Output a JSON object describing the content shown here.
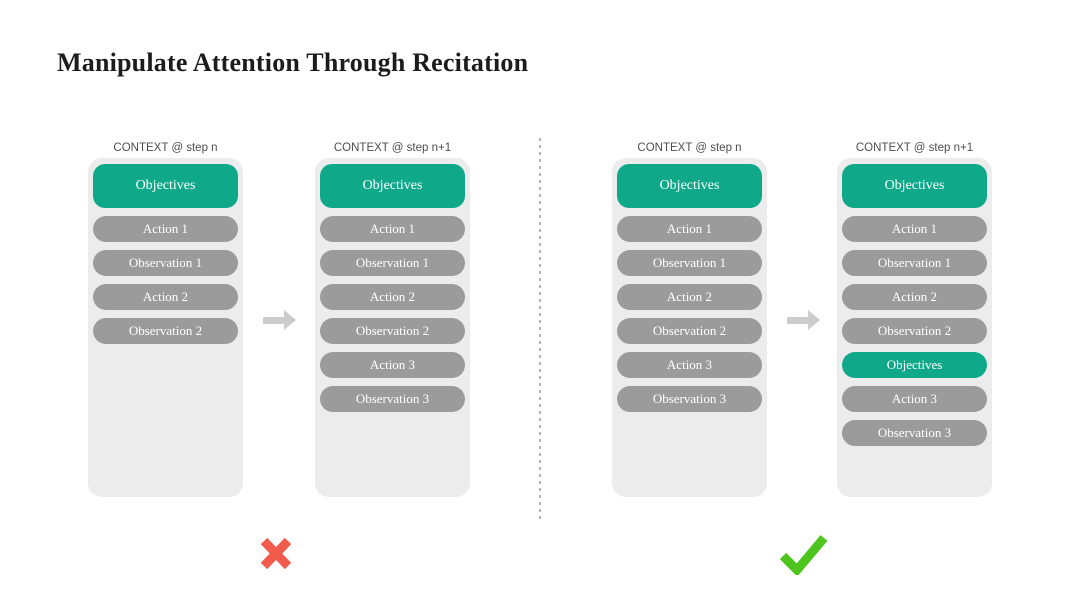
{
  "title": "Manipulate Attention Through Recitation",
  "colors": {
    "teal": "#0fa98a",
    "pill-gray": "#9b9b9b",
    "panel-bg": "#ececec",
    "header-text": "#4d4d4d",
    "title-text": "#1c1c1c",
    "pill-text": "#ffffff",
    "arrow": "#cccccc",
    "divider": "#b3b3b3",
    "cross": "#f15b4c",
    "check": "#4ec41f"
  },
  "diagram": {
    "columns": [
      {
        "header": "CONTEXT @ step n",
        "pills": [
          {
            "label": "Objectives",
            "variant": "objectives-large"
          },
          {
            "label": "Action 1",
            "variant": "gray"
          },
          {
            "label": "Observation 1",
            "variant": "gray"
          },
          {
            "label": "Action 2",
            "variant": "gray"
          },
          {
            "label": "Observation 2",
            "variant": "gray"
          }
        ]
      },
      {
        "header": "CONTEXT @ step n+1",
        "pills": [
          {
            "label": "Objectives",
            "variant": "objectives-large"
          },
          {
            "label": "Action 1",
            "variant": "gray"
          },
          {
            "label": "Observation 1",
            "variant": "gray"
          },
          {
            "label": "Action 2",
            "variant": "gray"
          },
          {
            "label": "Observation 2",
            "variant": "gray"
          },
          {
            "label": "Action 3",
            "variant": "gray"
          },
          {
            "label": "Observation 3",
            "variant": "gray"
          }
        ]
      },
      {
        "header": "CONTEXT @ step n",
        "pills": [
          {
            "label": "Objectives",
            "variant": "objectives-large"
          },
          {
            "label": "Action 1",
            "variant": "gray"
          },
          {
            "label": "Observation 1",
            "variant": "gray"
          },
          {
            "label": "Action 2",
            "variant": "gray"
          },
          {
            "label": "Observation 2",
            "variant": "gray"
          },
          {
            "label": "Action 3",
            "variant": "gray"
          },
          {
            "label": "Observation 3",
            "variant": "gray"
          }
        ]
      },
      {
        "header": "CONTEXT @ step n+1",
        "pills": [
          {
            "label": "Objectives",
            "variant": "objectives-large"
          },
          {
            "label": "Action 1",
            "variant": "gray"
          },
          {
            "label": "Observation 1",
            "variant": "gray"
          },
          {
            "label": "Action 2",
            "variant": "gray"
          },
          {
            "label": "Observation 2",
            "variant": "gray"
          },
          {
            "label": "Objectives",
            "variant": "objectives-small"
          },
          {
            "label": "Action 3",
            "variant": "gray"
          },
          {
            "label": "Observation 3",
            "variant": "gray"
          }
        ]
      }
    ],
    "verdicts": {
      "left": "cross-icon",
      "right": "check-icon"
    }
  }
}
